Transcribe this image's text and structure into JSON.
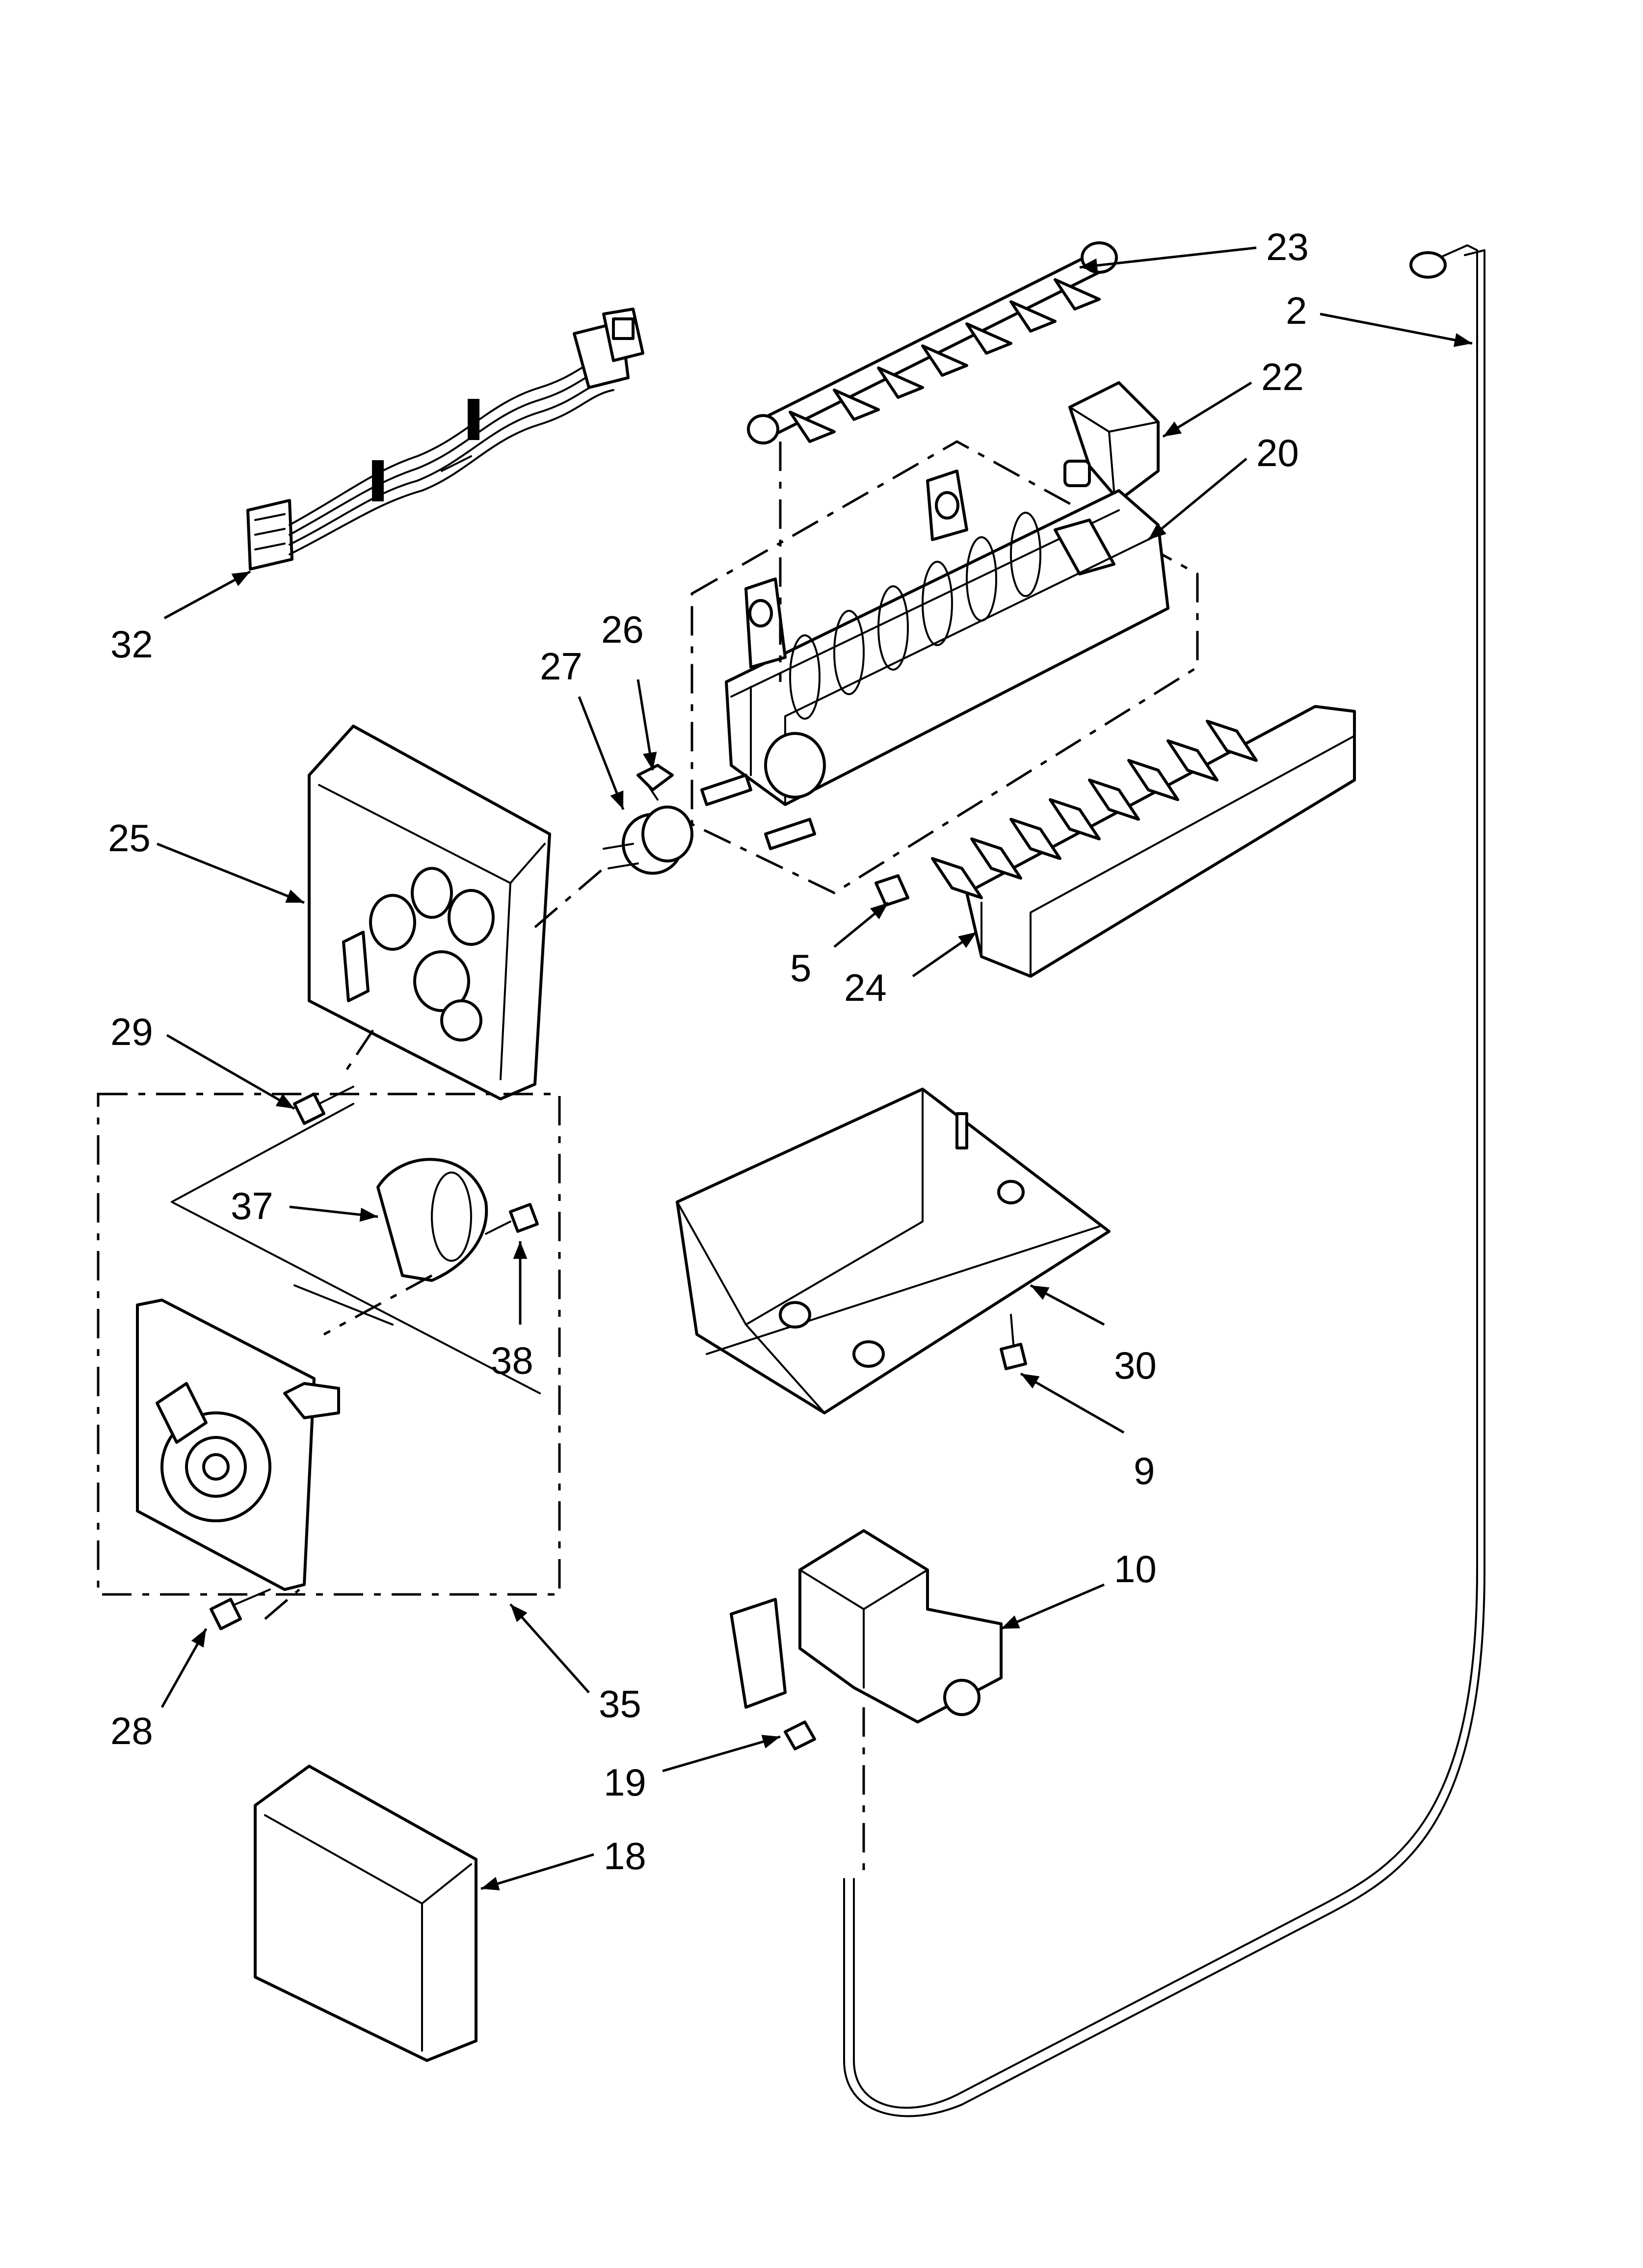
{
  "callouts": [
    "2",
    "5",
    "9",
    "10",
    "18",
    "19",
    "20",
    "22",
    "23",
    "24",
    "25",
    "26",
    "27",
    "28",
    "29",
    "30",
    "32",
    "35",
    "37",
    "38"
  ]
}
